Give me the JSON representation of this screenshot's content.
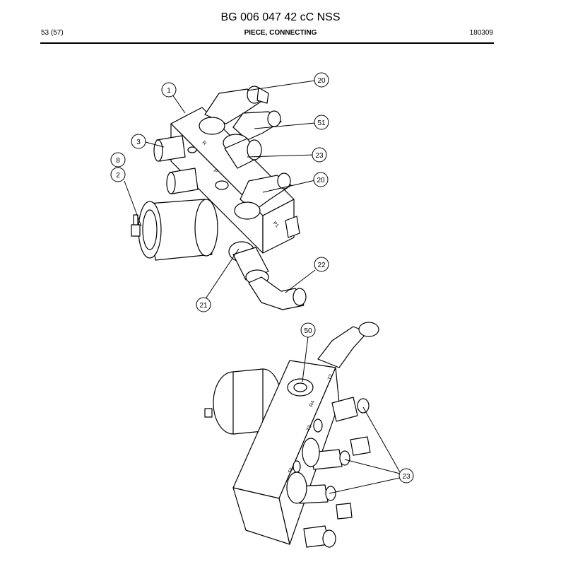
{
  "header": {
    "title": "BG 006 047 42 cC NSS",
    "page": "53 (57)",
    "section": "PIECE, CONNECTING",
    "date": "180309"
  },
  "callouts": {
    "c1": "1",
    "c20a": "20",
    "c51": "51",
    "c3": "3",
    "c23a": "23",
    "c8": "8",
    "c2": "2",
    "c20b": "20",
    "c22": "22",
    "c21": "21",
    "c50": "50",
    "c23b": "23"
  },
  "port_markings": {
    "r": "R",
    "p": "P",
    "p1": "P1",
    "t2": "T2",
    "r4": "R4",
    "t1": "T1"
  }
}
